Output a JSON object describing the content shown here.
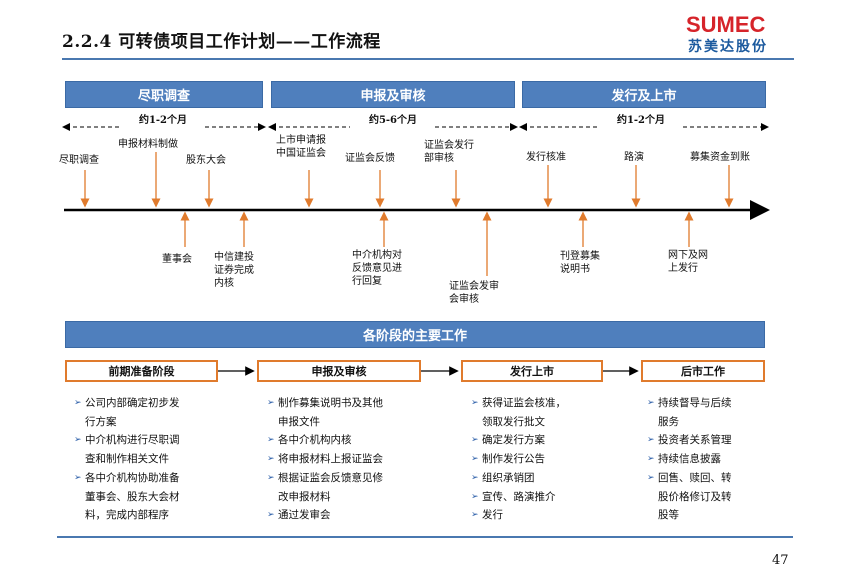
{
  "header": {
    "title": "2.2.4  可转债项目工作计划——工作流程",
    "logo_main": "SUMEC",
    "logo_sub": "苏美达股份"
  },
  "phases": [
    {
      "label": "尽职调查",
      "duration": "约1-2个月"
    },
    {
      "label": "申报及审核",
      "duration": "约5-6个月"
    },
    {
      "label": "发行及上市",
      "duration": "约1-2个月"
    }
  ],
  "events_above": [
    {
      "label": "尽职调查"
    },
    {
      "label": "申报材料制做"
    },
    {
      "label": "股东大会"
    },
    {
      "label": "上市申请报\n中国证监会"
    },
    {
      "label": "证监会反馈"
    },
    {
      "label": "证监会发行\n部审核"
    },
    {
      "label": "发行核准"
    },
    {
      "label": "路演"
    },
    {
      "label": "募集资金到账"
    }
  ],
  "events_below": [
    {
      "label": "董事会"
    },
    {
      "label": "中信建投\n证券完成\n内核"
    },
    {
      "label": "中介机构对\n反馈意见进\n行回复"
    },
    {
      "label": "证监会发审\n会审核"
    },
    {
      "label": "刊登募集\n说明书"
    },
    {
      "label": "网下及网\n上发行"
    }
  ],
  "section_title": "各阶段的主要工作",
  "stages": [
    {
      "label": "前期准备阶段",
      "items": [
        "公司内部确定初步发\n行方案",
        "中介机构进行尽职调\n查和制作相关文件",
        "各中介机构协助准备\n董事会、股东大会材\n料，完成内部程序"
      ]
    },
    {
      "label": "申报及审核",
      "items": [
        "制作募集说明书及其他\n申报文件",
        "各中介机构内核",
        "将申报材料上报证监会",
        "根据证监会反馈意见修\n改申报材料",
        "通过发审会"
      ]
    },
    {
      "label": "发行上市",
      "items": [
        "获得证监会核准，\n领取发行批文",
        "确定发行方案",
        "制作发行公告",
        "组织承销团",
        "宣传、路演推介",
        "发行"
      ]
    },
    {
      "label": "后市工作",
      "items": [
        "持续督导与后续\n服务",
        "投资者关系管理",
        "持续信息披露",
        "回售、赎回、转\n股价格修订及转\n股等"
      ]
    }
  ],
  "page_number": "47",
  "colors": {
    "header_blue": "#4f7fbd",
    "stage_border": "#e07b2d",
    "arrow_orange": "#e07b2d",
    "logo_red": "#d6242a",
    "logo_blue": "#1c5a9e"
  }
}
